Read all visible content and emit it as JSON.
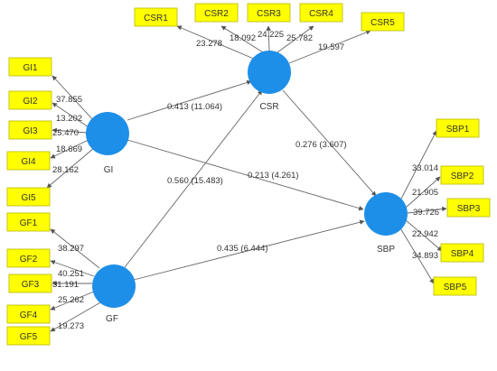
{
  "constructs": {
    "GI": "GI",
    "GF": "GF",
    "CSR": "CSR",
    "SBP": "SBP"
  },
  "indicators": {
    "CSR1": "CSR1",
    "CSR2": "CSR2",
    "CSR3": "CSR3",
    "CSR4": "CSR4",
    "CSR5": "CSR5",
    "GI1": "GI1",
    "GI2": "GI2",
    "GI3": "GI3",
    "GI4": "GI4",
    "GI5": "GI5",
    "GF1": "GF1",
    "GF2": "GF2",
    "GF3": "GF3",
    "GF4": "GF4",
    "GF5": "GF5",
    "SBP1": "SBP1",
    "SBP2": "SBP2",
    "SBP3": "SBP3",
    "SBP4": "SBP4",
    "SBP5": "SBP5"
  },
  "loadings": {
    "CSR1": "23.278",
    "CSR2": "18.092",
    "CSR3": "24.225",
    "CSR4": "25.782",
    "CSR5": "19.597",
    "GI1": "37.855",
    "GI2": "13.202",
    "GI3": "25.470",
    "GI4": "18.669",
    "GI5": "28.162",
    "GF1": "38.297",
    "GF2": "40.251",
    "GF3": "31.191",
    "GF4": "25.262",
    "GF5": "19.273",
    "SBP1": "33.014",
    "SBP2": "21.905",
    "SBP3": "39.726",
    "SBP4": "22.942",
    "SBP5": "34.893"
  },
  "paths": {
    "GI_CSR": "0.413 (11.064)",
    "GI_SBP": "0.213 (4.261)",
    "GF_CSR": "0.560 (15.483)",
    "GF_SBP": "0.435 (6.444)",
    "CSR_SBP": "0.276 (3.607)"
  },
  "colors": {
    "node": "#1e8fe8",
    "indicator": "#ffff00",
    "line": "#666666"
  }
}
